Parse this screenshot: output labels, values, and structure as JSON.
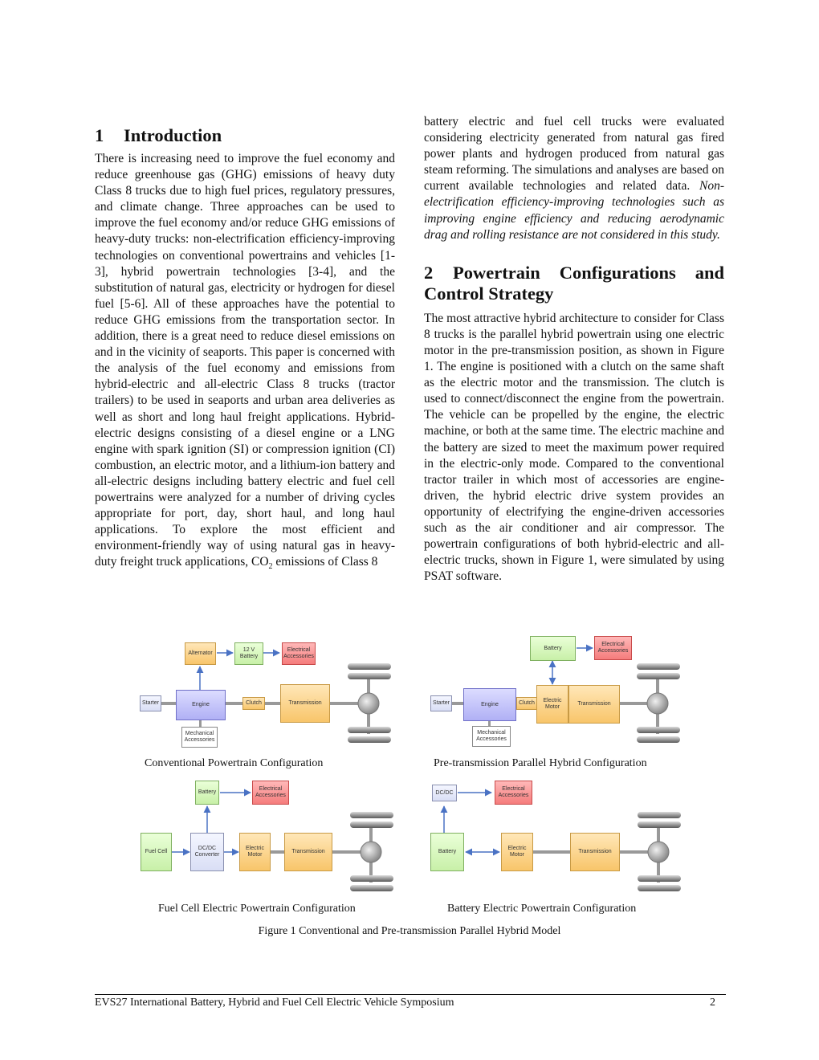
{
  "section1": {
    "number": "1",
    "title": "Introduction",
    "paragraph": "There is increasing need to improve the fuel economy and reduce greenhouse gas (GHG) emissions of heavy duty Class 8 trucks due to high fuel prices, regulatory pressures, and climate change. Three approaches can be used to improve the fuel economy and/or reduce GHG emissions of heavy-duty trucks: non-electrification efficiency-improving technologies on conventional powertrains and vehicles [1-3], hybrid powertrain technologies [3-4], and the substitution of natural gas, electricity or hydrogen for diesel fuel [5-6]. All of these approaches have the potential to reduce GHG emissions from the transportation sector.   In addition, there is a great need to reduce diesel emissions on and in the vicinity of seaports.  This paper is concerned with the analysis of the fuel economy and emissions from hybrid-electric and all-electric Class 8 trucks (tractor trailers) to be used in seaports and urban area deliveries as well as short and long haul freight applications. Hybrid-electric designs consisting of a diesel engine or a LNG engine with spark ignition (SI) or compression ignition (CI) combustion, an electric motor, and a lithium-ion  battery and all-electric designs including battery electric and fuel cell powertrains were analyzed for a number of driving cycles appropriate for port, day, short haul, and long haul applications. To explore the most efficient and environment-friendly way of using natural gas in heavy-duty freight truck applications, CO",
    "co2_sub": "2",
    "paragraph_cont": " emissions of Class 8 battery electric and fuel cell trucks were evaluated considering electricity generated from natural gas fired power plants and hydrogen produced from natural gas steam reforming. The simulations and analyses are based on current available technologies and related data. ",
    "paragraph_italic": "Non-electrification efficiency-improving technologies such as improving engine efficiency and reducing aerodynamic drag and rolling resistance are not considered in this study."
  },
  "section2": {
    "number": "2",
    "title": "Powertrain Configurations and Control Strategy",
    "paragraph": "The most attractive hybrid architecture to consider for Class 8 trucks is the parallel hybrid powertrain using one electric motor in the pre-transmission position, as shown in Figure 1. The engine is positioned with a clutch on the same shaft as the electric motor and the transmission. The clutch is used to connect/disconnect the engine from the powertrain. The vehicle can be propelled by the engine, the electric machine, or both at the same time. The electric machine and the battery are sized to meet the maximum power required in the electric-only mode. Compared to the conventional tractor trailer in which most of accessories are engine-driven, the hybrid electric drive system provides an opportunity of electrifying the engine-driven accessories such as the air conditioner and air compressor. The powertrain configurations of both hybrid-electric and all-electric trucks, shown in Figure 1, were simulated by using PSAT software."
  },
  "figure": {
    "conventional": {
      "caption": "Conventional Powertrain Configuration",
      "alternator": "Alternator",
      "battery": "12 V Battery",
      "elec_acc": "Electrical Accessories",
      "starter": "Starter",
      "engine": "Engine",
      "clutch": "Clutch",
      "transmission": "Transmission",
      "mech_acc": "Mechanical Accessories"
    },
    "parallel": {
      "caption": "Pre-transmission Parallel Hybrid Configuration",
      "battery": "Battery",
      "elec_acc": "Electrical Accessories",
      "starter": "Starter",
      "engine": "Engine",
      "clutch": "Clutch",
      "motor": "Electric Motor",
      "transmission": "Transmission",
      "mech_acc": "Mechanical Accessories"
    },
    "fuelcell": {
      "caption": "Fuel Cell Electric Powertrain Configuration",
      "battery": "Battery",
      "elec_acc": "Electrical Accessories",
      "fuel_cell": "Fuel Cell",
      "dcdc": "DC/DC Converter",
      "motor": "Electric Motor",
      "transmission": "Transmission"
    },
    "battery_ev": {
      "caption": "Battery Electric Powertrain Configuration",
      "dcdc": "DC/DC",
      "elec_acc": "Electrical Accessories",
      "battery": "Battery",
      "motor": "Electric Motor",
      "transmission": "Transmission"
    },
    "caption": "Figure 1 Conventional and Pre-transmission Parallel Hybrid Model"
  },
  "footer": {
    "left": "EVS27 International Battery, Hybrid and Fuel Cell Electric Vehicle Symposium",
    "page": "2"
  }
}
